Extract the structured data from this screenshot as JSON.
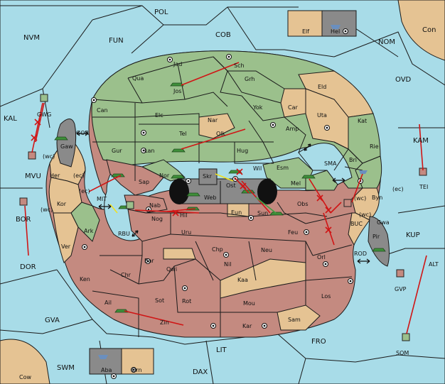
{
  "regions": {
    "pol": "POL",
    "cob": "COB",
    "fun": "FUN",
    "nvm": "NVM",
    "nom": "NOM",
    "con": "Con",
    "elf": "Elf",
    "hel": "Hel",
    "ovd": "OVD",
    "kal": "KAL",
    "kam": "KAM",
    "tei": "TEI",
    "kup": "KUP",
    "alt": "ALT",
    "gvp": "GVP",
    "som": "SOM",
    "dor": "DOR",
    "bor": "BOR",
    "mvu": "MVU",
    "gor": "GOR",
    "gaw": "Gaw",
    "gwg": "GWG",
    "wc1": "(wc)",
    "her": "Her",
    "ec1": "(ec)",
    "ec2": "(ec)",
    "kor": "Kor",
    "wc2": "(wc)",
    "mit": "MIT",
    "ark": "Ark",
    "rbu": "RBU",
    "ver": "Ver",
    "ken": "Ken",
    "chr": "Chr",
    "ail": "Ail",
    "zin": "Zin",
    "gva": "GVA",
    "swm": "SWM",
    "lit": "LIT",
    "dax": "DAX",
    "fro": "FRO",
    "cow": "Cow",
    "aba": "Aba",
    "orn": "Orn",
    "kar": "Kar",
    "sam": "Sam",
    "los": "Los",
    "orl": "Orl",
    "rod": "ROD",
    "pir": "Pir",
    "gwa": "Gwa",
    "buc": "BUC",
    "wc3": "(wc)",
    "byn": "Byn",
    "ec3": "(ec)",
    "sma": "SMA",
    "bri": "Bri",
    "rie": "Rie",
    "kat": "Kat",
    "uta": "Uta",
    "eld": "Eld",
    "amp": "Amp",
    "car": "Car",
    "yok": "Yok",
    "grh": "Grh",
    "sch": "Sch",
    "jad": "Jad",
    "qua": "Qua",
    "jos": "Jos",
    "can": "Can",
    "elc": "Elc",
    "nar": "Nar",
    "tel": "Tel",
    "olk": "Olk",
    "gur": "Gur",
    "lan": "Lan",
    "hug": "Hug",
    "nor": "Nor",
    "wil": "Wil",
    "esm": "Esm",
    "mel": "Mel",
    "skr": "Skr",
    "ost": "Ost",
    "web": "Web",
    "sap": "Sap",
    "nab": "Nab",
    "nog": "Nog",
    "hil": "Hil",
    "eun": "Eun",
    "sun": "Sun",
    "obs": "Obs",
    "uru": "Uru",
    "feu": "Feu",
    "chp": "Chp",
    "neu": "Neu",
    "nil": "Nil",
    "bar": "Bar",
    "qwi": "Qwi",
    "kaa": "Kaa",
    "sot": "Sot",
    "rot": "Rot",
    "mou": "Mou",
    "wc4": "(wc)"
  }
}
